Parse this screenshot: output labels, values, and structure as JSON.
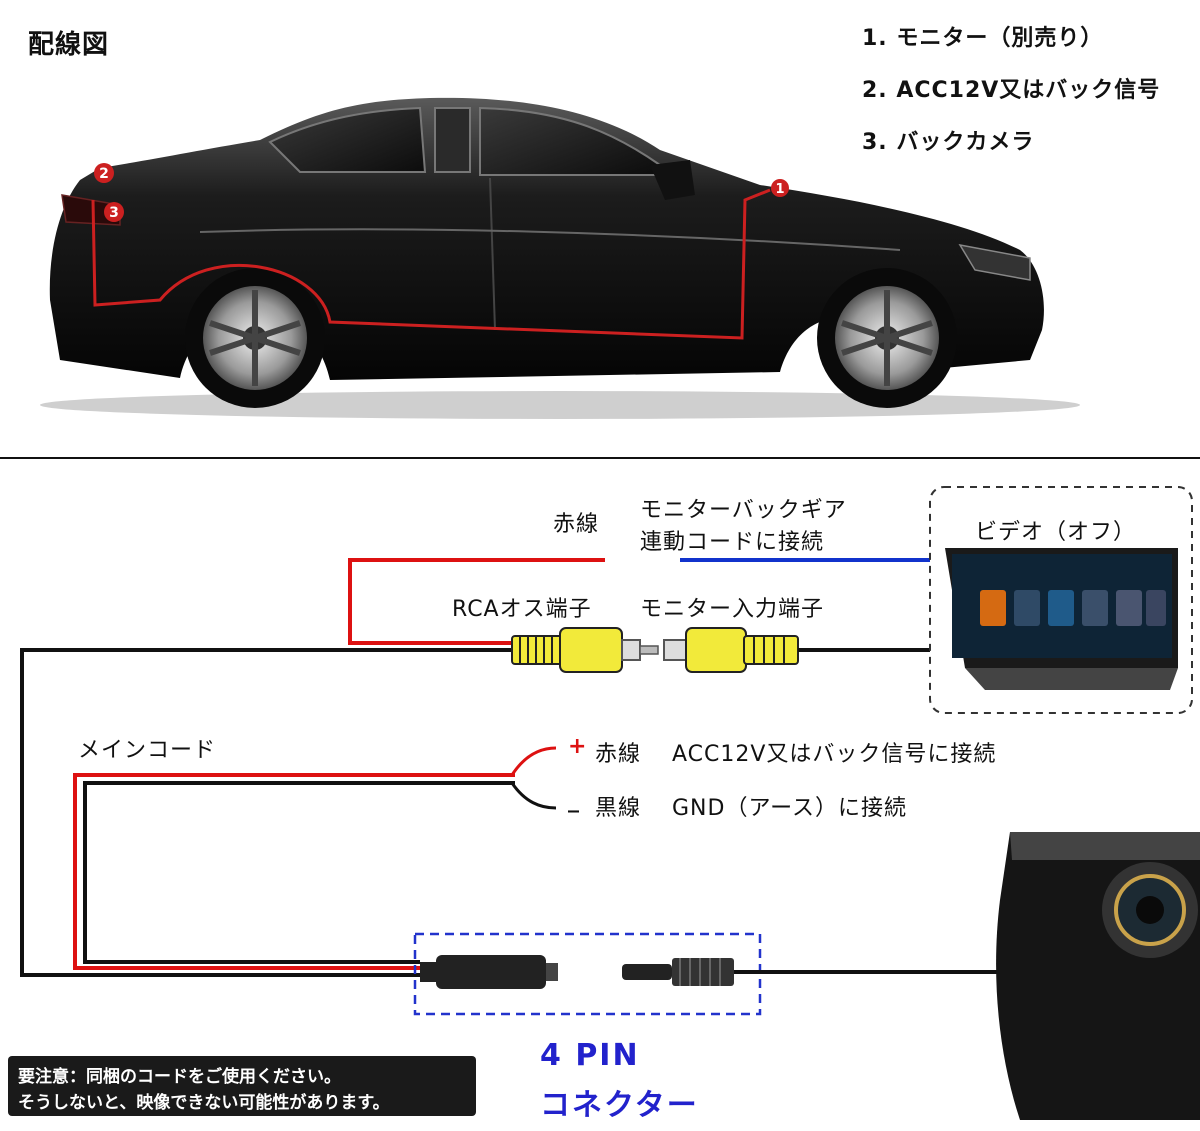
{
  "title": "配線図",
  "legend": [
    {
      "num": "1",
      "text": "1. モニター（別売り）"
    },
    {
      "num": "2",
      "text": "2. ACC12V又はバック信号"
    },
    {
      "num": "3",
      "text": "3. バックカメラ"
    }
  ],
  "labels": {
    "red_wire": "赤線",
    "monitor_back_gear_1": "モニターバックギア",
    "monitor_back_gear_2": "連動コードに接続",
    "video_off": "ビデオ（オフ）",
    "rca_male": "RCAオス端子",
    "monitor_input": "モニター入力端子",
    "main_cord": "メインコード",
    "plus_sign": "+",
    "minus_sign": "_",
    "red_line2": "赤線",
    "red_line2_desc": "ACC12V又はバック信号に接続",
    "black_line": "黒線",
    "black_line_desc": "GND（アース）に接続",
    "pin_1": "4 PIN",
    "pin_2": "コネクター"
  },
  "warning": {
    "line1": "要注意：同梱のコードをご使用ください。",
    "line2": "そうしないと、映像できない可能性があります。"
  },
  "colors": {
    "red_wire": "#dd1111",
    "blue_wire": "#1133cc",
    "black_wire": "#111111",
    "connector_yellow": "#f2ea3a",
    "pin_box": "#2233cc"
  }
}
